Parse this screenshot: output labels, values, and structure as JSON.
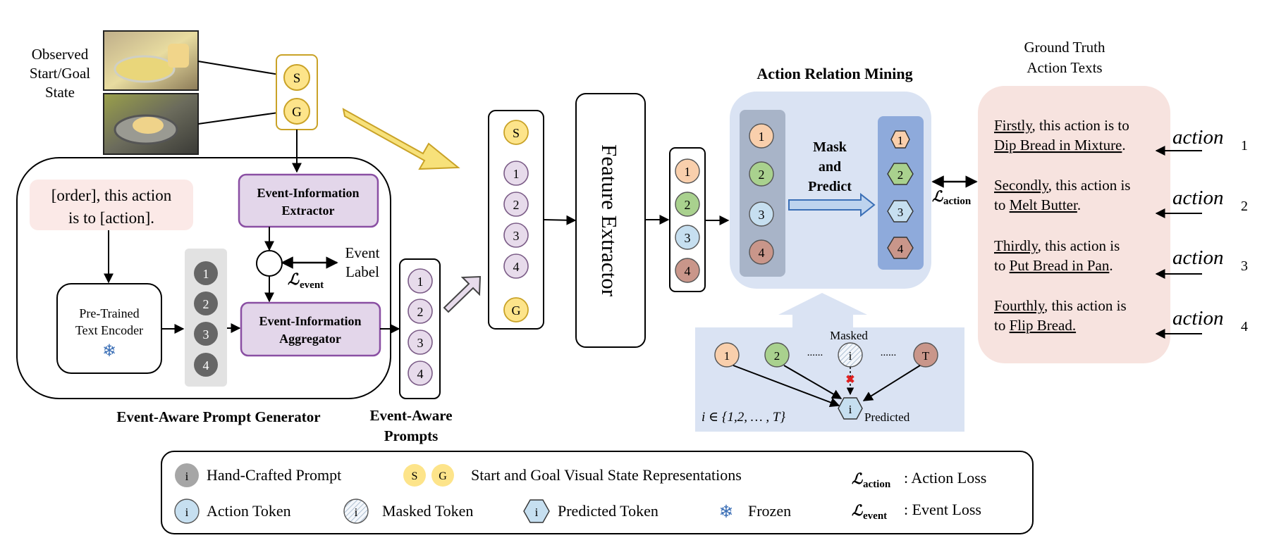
{
  "observed_label": [
    "Observed",
    "Start/Goal",
    "State"
  ],
  "state_tokens": {
    "start": "S",
    "goal": "G"
  },
  "template_text": [
    "[order], this action",
    "is to [action]."
  ],
  "text_encoder": [
    "Pre-Trained",
    "Text Encoder"
  ],
  "frozen_icon": "snowflake-icon",
  "hand_tokens": [
    "1",
    "2",
    "3",
    "4"
  ],
  "extractor_label": [
    "Event-Information",
    "Extractor"
  ],
  "aggregator_label": [
    "Event-Information",
    "Aggregator"
  ],
  "event_label": [
    "Event",
    "Label"
  ],
  "loss_event": {
    "symbol": "ℒ",
    "subscript": "event"
  },
  "loss_action": {
    "symbol": "ℒ",
    "subscript": "action"
  },
  "generator_title": "Event-Aware Prompt Generator",
  "prompts_title": [
    "Event-Aware",
    "Prompts"
  ],
  "feature_extractor": "Feature Extractor",
  "arm": {
    "title": "Action Relation Mining",
    "mask_predict": [
      "Mask",
      "and",
      "Predict"
    ],
    "masked_label": "Masked",
    "predicted_label": "Predicted",
    "seq_tokens": [
      "1",
      "2",
      "i",
      "T"
    ],
    "ellipsis": "......",
    "index_set": "i ∈ {1,2, … , T}"
  },
  "gt": {
    "title": [
      "Ground Truth",
      "Action Texts"
    ],
    "items": [
      {
        "order": "Firstly",
        "mid": ", this action is to",
        "action": "Dip Bread in Mixture",
        "end": ".",
        "math": "action",
        "sub": "1"
      },
      {
        "order": "Secondly",
        "mid": ", this action is",
        "pre": "to ",
        "action": "Melt Butter",
        "end": ".",
        "math": "action",
        "sub": "2"
      },
      {
        "order": "Thirdly",
        "mid": ", this action is",
        "pre": "to ",
        "action": "Put Bread in Pan",
        "end": ".",
        "math": "action",
        "sub": "3"
      },
      {
        "order": "Fourthly",
        "mid": ", this action is",
        "pre": "to ",
        "action": "Flip Bread.",
        "end": "",
        "math": "action",
        "sub": "4"
      }
    ]
  },
  "legend": {
    "hand_crafted": "Hand-Crafted Prompt",
    "state_repr": "Start and Goal Visual State Representations",
    "action_loss": ": Action Loss",
    "action_token": "Action Token",
    "masked_token": "Masked Token",
    "predicted_token": "Predicted Token",
    "frozen": "Frozen",
    "event_loss": ": Event Loss",
    "token_i": "i"
  },
  "colors": {
    "state_fill": "#fde48a",
    "state_stroke": "#c9a227",
    "prompt_fill": "#e7dbeb",
    "prompt_stroke": "#7a5b86",
    "module_fill": "#e3d6ea",
    "module_stroke": "#8a4fa3",
    "gray_token": "#666666",
    "gray_panel": "#e2e2e2",
    "orange": "#f9cfac",
    "green": "#a9d18e",
    "blue": "#c6dff0",
    "brown": "#c9968a",
    "arm_panel": "#dae3f3",
    "arm_inner": "#a8b4c8",
    "arm_right": "#8eaadb",
    "gt_panel": "#f7e3df",
    "template_panel": "#fbe9e7",
    "arrow_yellow": "#f7e17a"
  }
}
